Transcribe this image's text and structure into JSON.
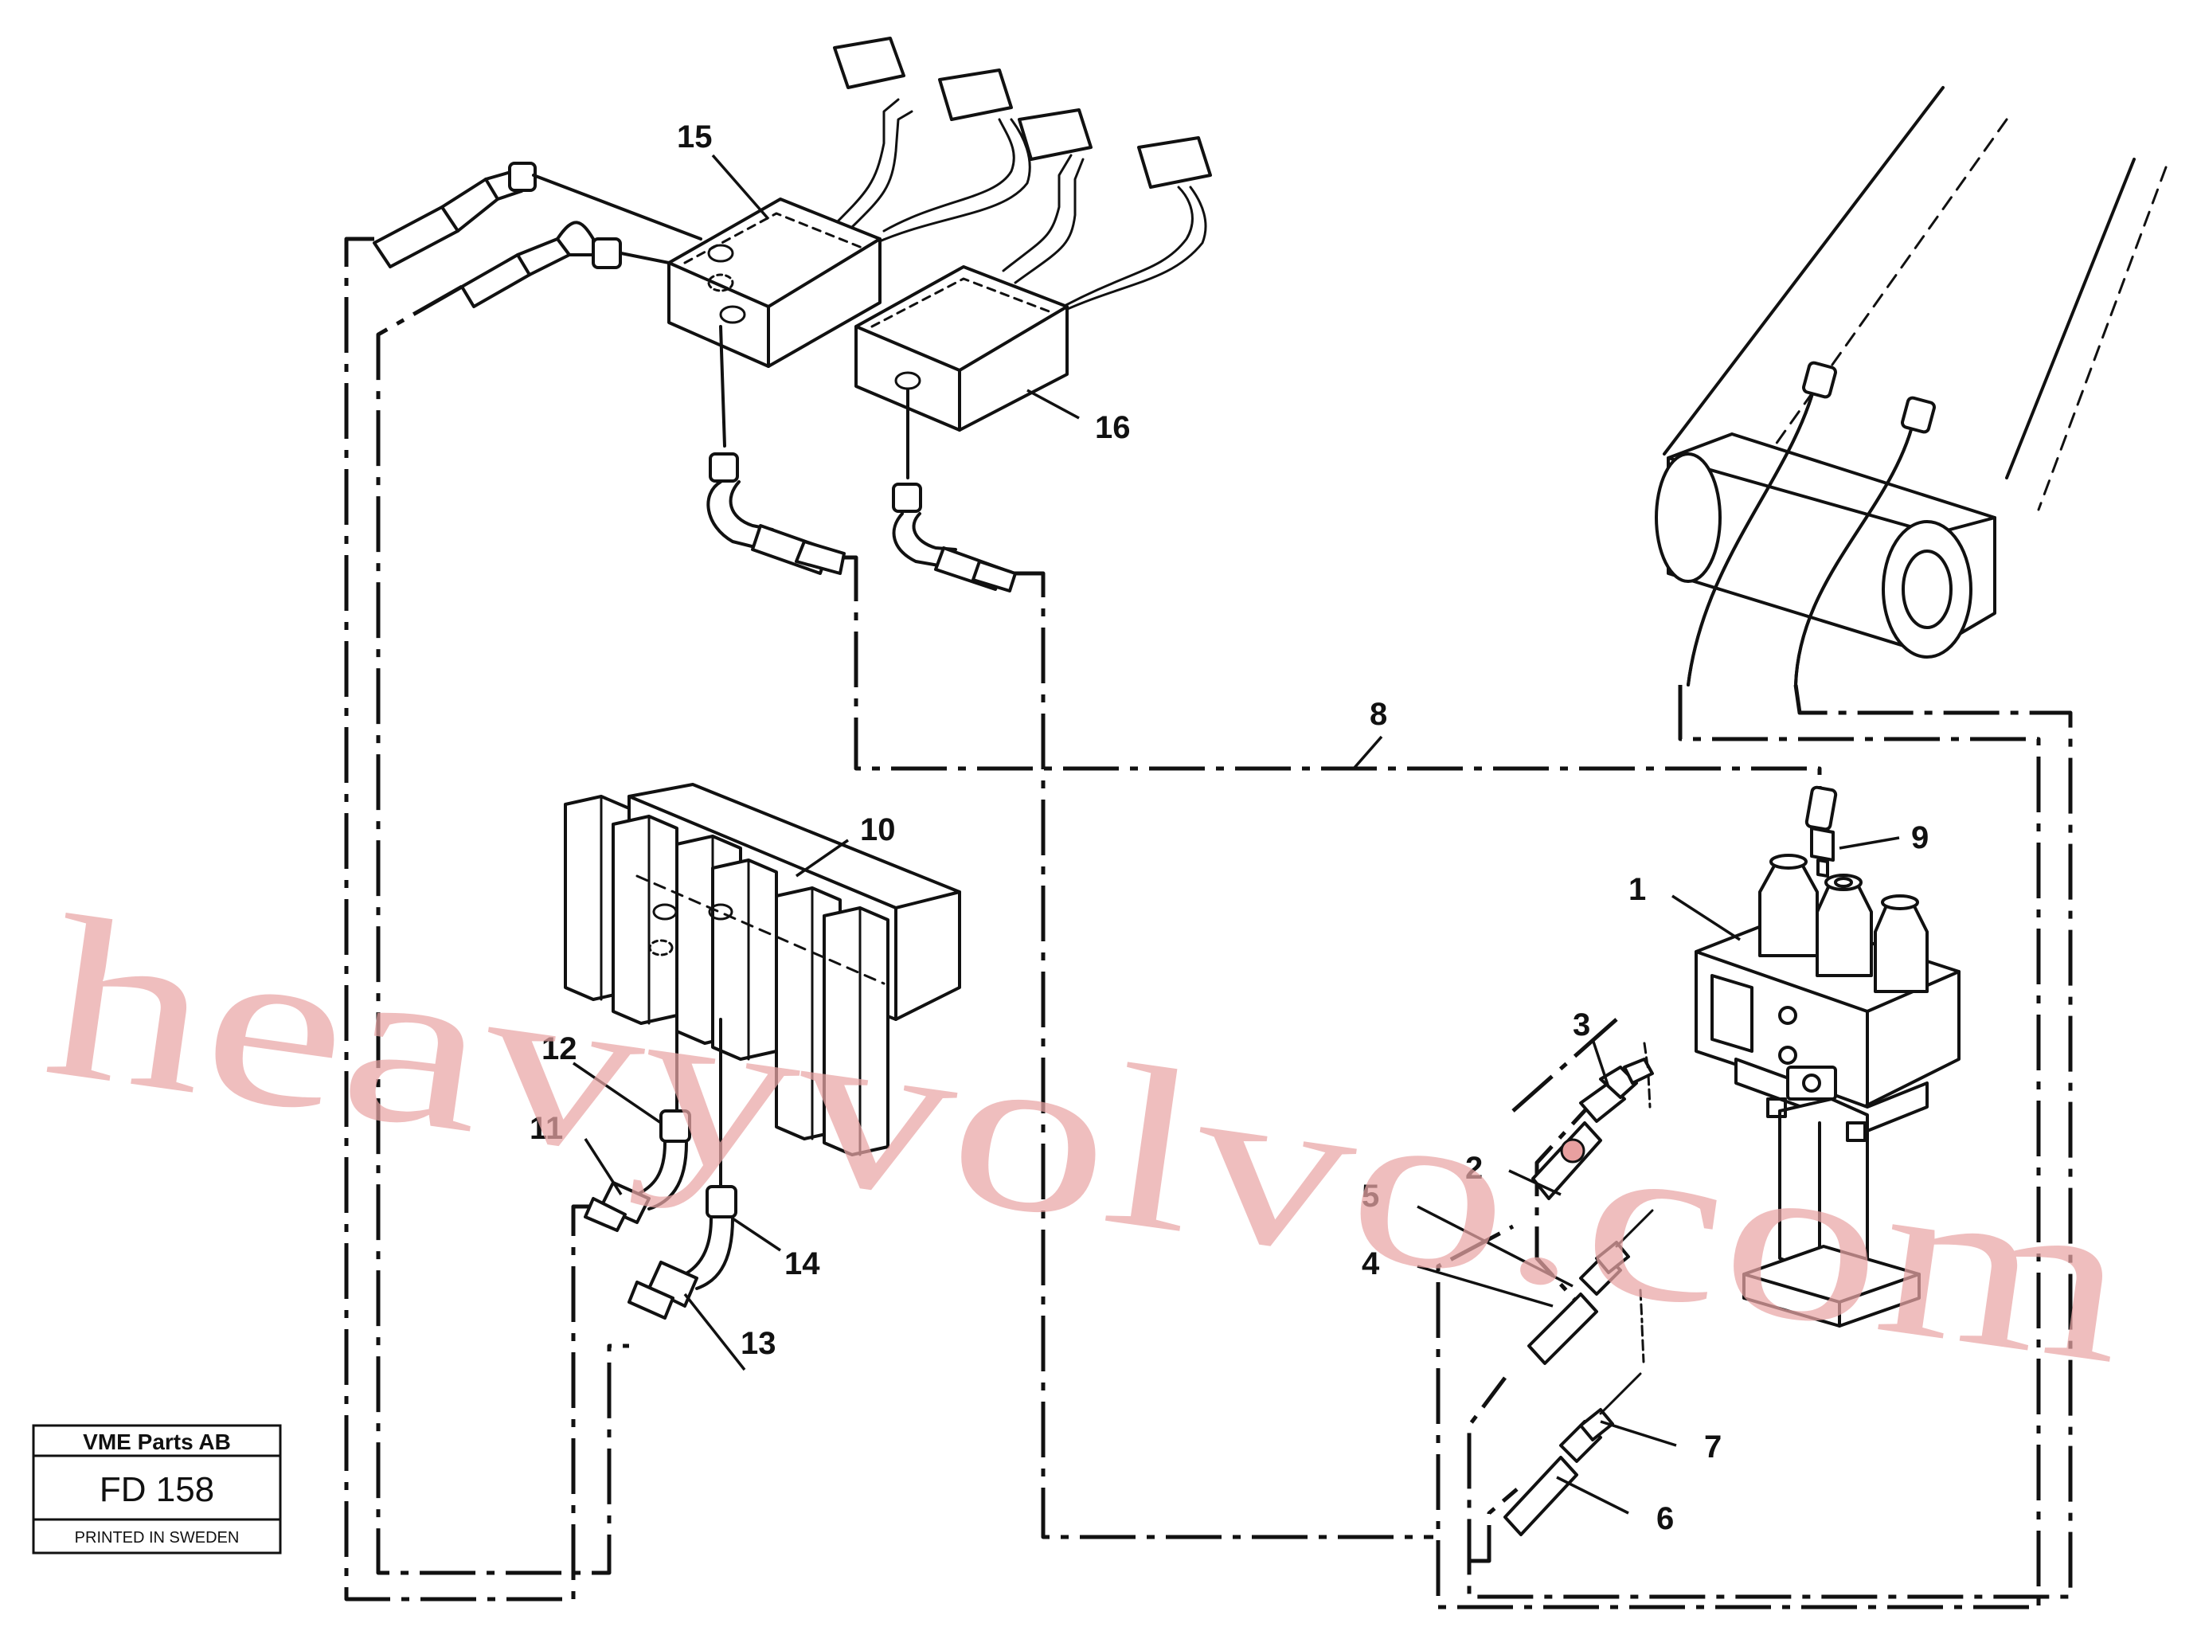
{
  "title_block": {
    "company": "VME Parts AB",
    "code": "FD 158",
    "printed": "PRINTED IN SWEDEN"
  },
  "watermark": "heavyvolvo.com",
  "callouts": [
    "1",
    "2",
    "3",
    "4",
    "5",
    "6",
    "7",
    "8",
    "9",
    "10",
    "11",
    "12",
    "13",
    "14",
    "15",
    "16"
  ],
  "colors": {
    "lines": "#111111",
    "watermark": "#e9a6a6",
    "background": "#ffffff"
  }
}
